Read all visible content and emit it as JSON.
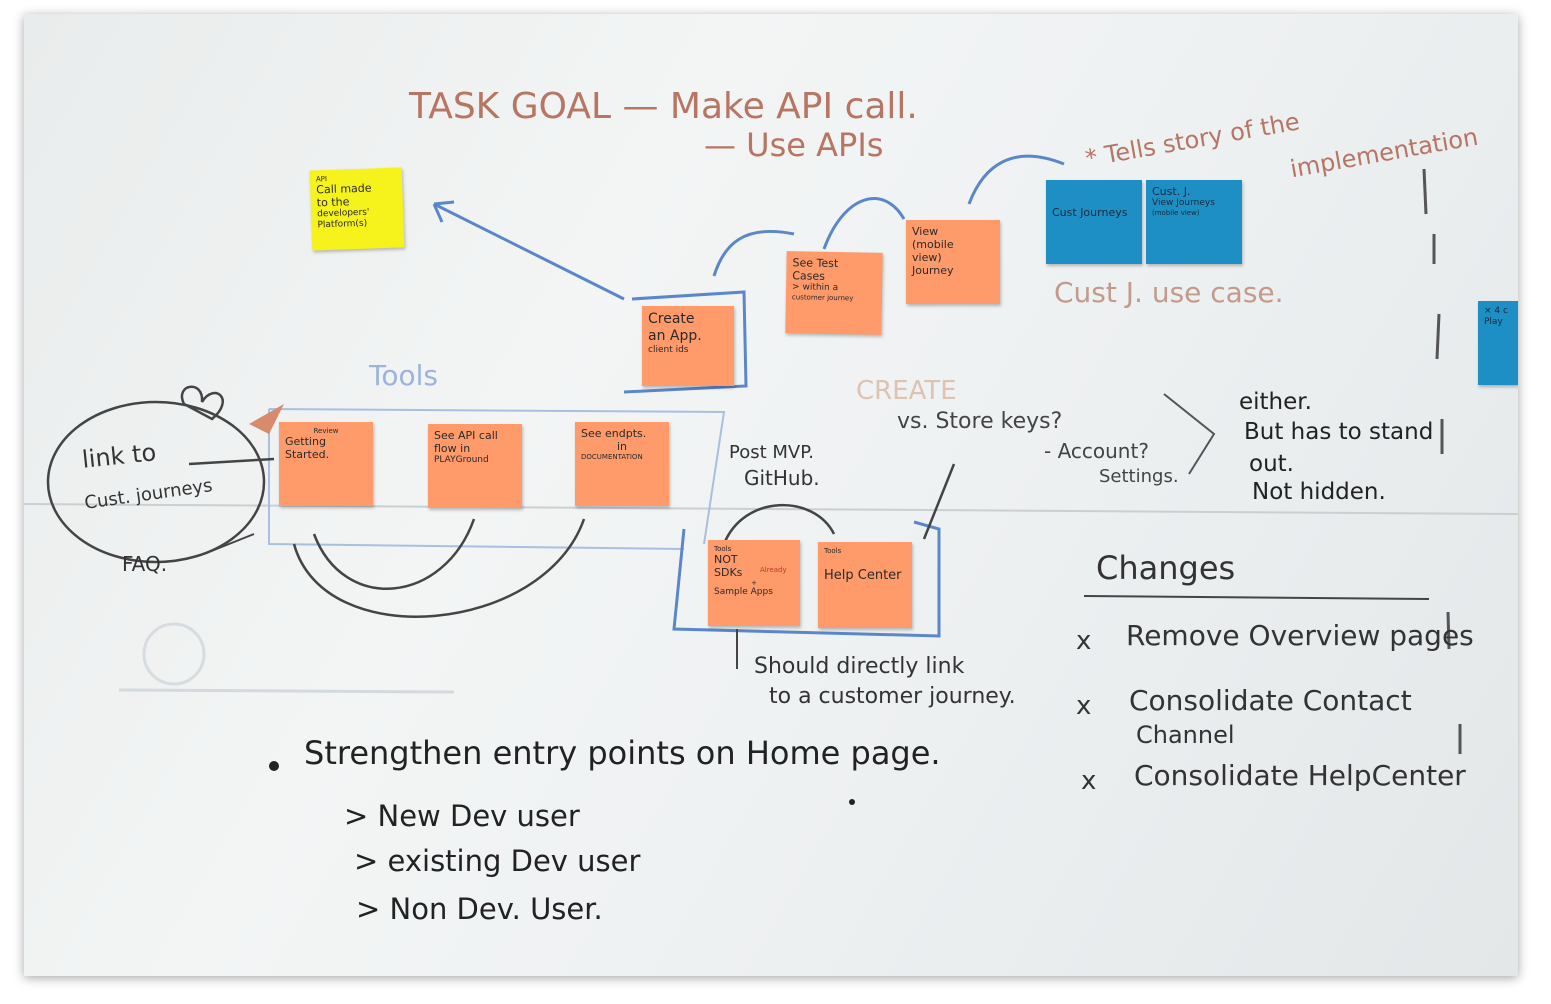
{
  "board": {
    "task_goal": {
      "line1": "TASK GOAL — Make API call.",
      "line2": "— Use APIs"
    },
    "tells_story": {
      "line1": "* Tells story of the",
      "line2": "implementation"
    },
    "cust_use_case": "Cust J. use case.",
    "tools_label": "Tools",
    "create_label": "CREATE",
    "store_keys": "vs. Store keys?",
    "account": "- Account?",
    "settings": "Settings.",
    "post_mvp": {
      "line1": "Post MVP.",
      "line2": "GitHub."
    },
    "either_block": [
      "either.",
      "But has to stand",
      "out.",
      "Not hidden."
    ],
    "circle_link": {
      "line1": "link to",
      "line2": "Cust. journeys"
    },
    "faq": "FAQ.",
    "should_link": {
      "line1": "Should directly link",
      "line2": "to a customer journey."
    },
    "changes_title": "Changes",
    "changes_items": [
      {
        "mark": "x",
        "text": "Remove Overview pages"
      },
      {
        "mark": "x",
        "text": "Consolidate Contact"
      },
      {
        "mark": "",
        "text": "Channel"
      },
      {
        "mark": "x",
        "text": "Consolidate HelpCenter"
      }
    ],
    "strengthen": {
      "title": "Strengthen entry points on Home page.",
      "items": [
        "> New Dev user",
        "> existing Dev user",
        "> Non Dev. User."
      ]
    }
  },
  "notes": {
    "api_call": {
      "lines": [
        "API",
        "Call made",
        "to the",
        "developers'",
        "Platform(s)"
      ]
    },
    "create_app": {
      "lines": [
        "Create",
        "an App.",
        "client ids"
      ]
    },
    "see_test_cases": {
      "lines": [
        "See Test",
        "Cases",
        "> within a",
        "customer journey"
      ]
    },
    "view_mobile": {
      "lines": [
        "View",
        "(mobile",
        "view)",
        "Journey"
      ]
    },
    "cust_journeys": {
      "lines": [
        "Cust Journeys"
      ]
    },
    "cust_j_view": {
      "lines": [
        "Cust. J.",
        "View Journeys",
        "(mobile view)"
      ]
    },
    "getting_started": {
      "top": "Review",
      "lines": [
        "Getting",
        "Started."
      ]
    },
    "api_playground": {
      "lines": [
        "See API call",
        "flow in",
        "PLAYGround"
      ]
    },
    "see_endpoints": {
      "lines": [
        "See endpts.",
        "in",
        "DOCUMENTATION"
      ]
    },
    "sdks": {
      "top": "Tools",
      "lines": [
        "NOT",
        "SDKs",
        "+",
        "Sample Apps"
      ],
      "side": "Already"
    },
    "help_center": {
      "top": "Tools",
      "lines": [
        "Help Center"
      ]
    },
    "edge_note": {
      "lines": [
        "× 4 c",
        "Play"
      ]
    }
  },
  "colors": {
    "board": "#eef1f2",
    "orange_note": "#ff9a6a",
    "yellow_note": "#f6f21c",
    "blue_note": "#1e8fc4",
    "red_marker": "#a6614e",
    "blue_marker": "#5b86c9",
    "black_marker": "#222222"
  }
}
